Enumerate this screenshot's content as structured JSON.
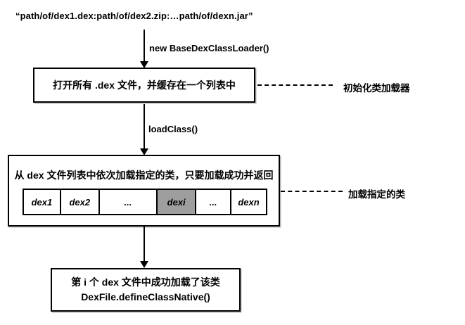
{
  "diagram": {
    "dex_path_string": "“path/of/dex1.dex:path/of/dex2.zip:…path/of/dexn.jar”",
    "step1": {
      "arrow_label": "new BaseDexClassLoader()",
      "box_text": "打开所有 .dex 文件，并缓存在一个列表中",
      "side_note": "初始化类加载器"
    },
    "step2": {
      "arrow_label": "loadClass()",
      "box_text": "从 dex 文件列表中依次加载指定的类，只要加载成功并返回",
      "dex_cells": [
        {
          "label": "dex1",
          "highlighted": false
        },
        {
          "label": "dex2",
          "highlighted": false
        },
        {
          "label": "...",
          "highlighted": false
        },
        {
          "label": "dexi",
          "highlighted": true
        },
        {
          "label": "...",
          "highlighted": false
        },
        {
          "label": "dexn",
          "highlighted": false
        }
      ],
      "side_note": "加载指定的类"
    },
    "step3": {
      "box_line1": "第 i 个 dex 文件中成功加载了该类",
      "box_line2": "DexFile.defineClassNative()"
    },
    "colors": {
      "line_color": "#000000",
      "highlighted_cell": "#9e9e9e",
      "background": "#ffffff"
    }
  }
}
